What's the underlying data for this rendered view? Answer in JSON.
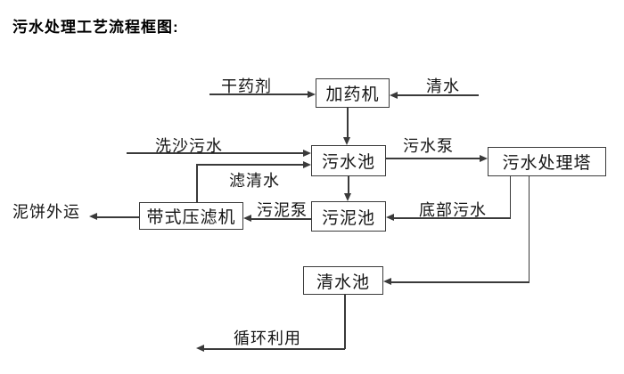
{
  "title": "污水处理工艺流程框图:",
  "nodes": {
    "dosing_machine": "加药机",
    "sewage_pool": "污水池",
    "sewage_treatment_tower": "污水处理塔",
    "sludge_pool": "污泥池",
    "belt_filter_press": "带式压滤机",
    "clean_water_pool": "清水池"
  },
  "flow_labels": {
    "dry_chemical": "干药剂",
    "clean_water": "清水",
    "sand_washing_sewage": "洗沙污水",
    "filtered_water": "滤清水",
    "sewage_pump": "污水泵",
    "bottom_sewage": "底部污水",
    "sludge_pump": "污泥泵",
    "mud_cake_shipped_out": "泥饼外运",
    "recycling_use": "循环利用"
  },
  "colors": {
    "line": "#3a3a3a",
    "text": "#151515",
    "background": "#ffffff"
  }
}
